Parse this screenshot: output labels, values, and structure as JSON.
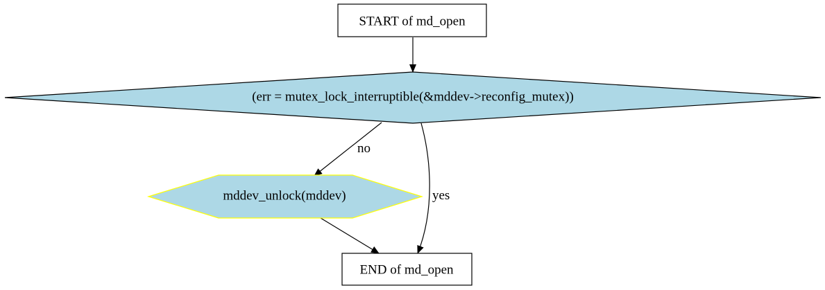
{
  "nodes": {
    "start": {
      "label": "START of md_open"
    },
    "decision": {
      "label": "(err = mutex_lock_interruptible(&mddev->reconfig_mutex))"
    },
    "action": {
      "label": "mddev_unlock(mddev)"
    },
    "end": {
      "label": "END of md_open"
    }
  },
  "edges": {
    "no": {
      "label": "no"
    },
    "yes": {
      "label": "yes"
    }
  },
  "colors": {
    "fill": "#add8e6",
    "action_border": "#ffff00",
    "stroke": "#000000",
    "background": "#ffffff"
  }
}
